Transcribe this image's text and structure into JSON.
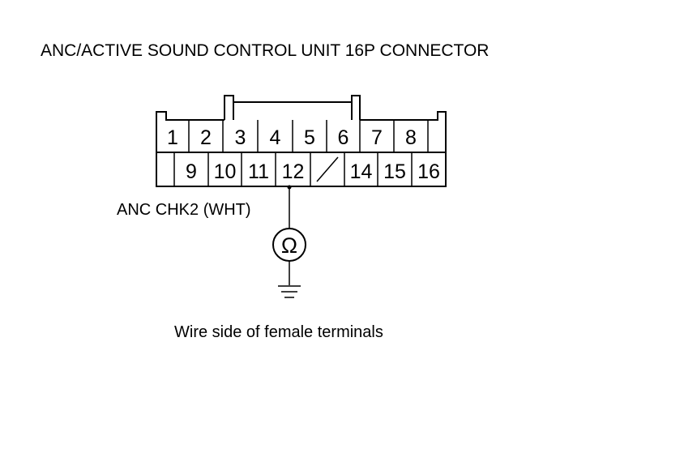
{
  "title": "ANC/ACTIVE SOUND CONTROL UNIT 16P CONNECTOR",
  "connector": {
    "top_row": [
      "1",
      "2",
      "3",
      "4",
      "5",
      "6",
      "7",
      "8",
      ""
    ],
    "bottom_row": [
      "",
      "9",
      "10",
      "11",
      "12",
      "",
      "14",
      "15",
      "16"
    ],
    "blank_pin_index": 5,
    "probe_pin": "12"
  },
  "wire_label": "ANC CHK2 (WHT)",
  "meter_symbol": "Ω",
  "caption": "Wire side of female terminals"
}
